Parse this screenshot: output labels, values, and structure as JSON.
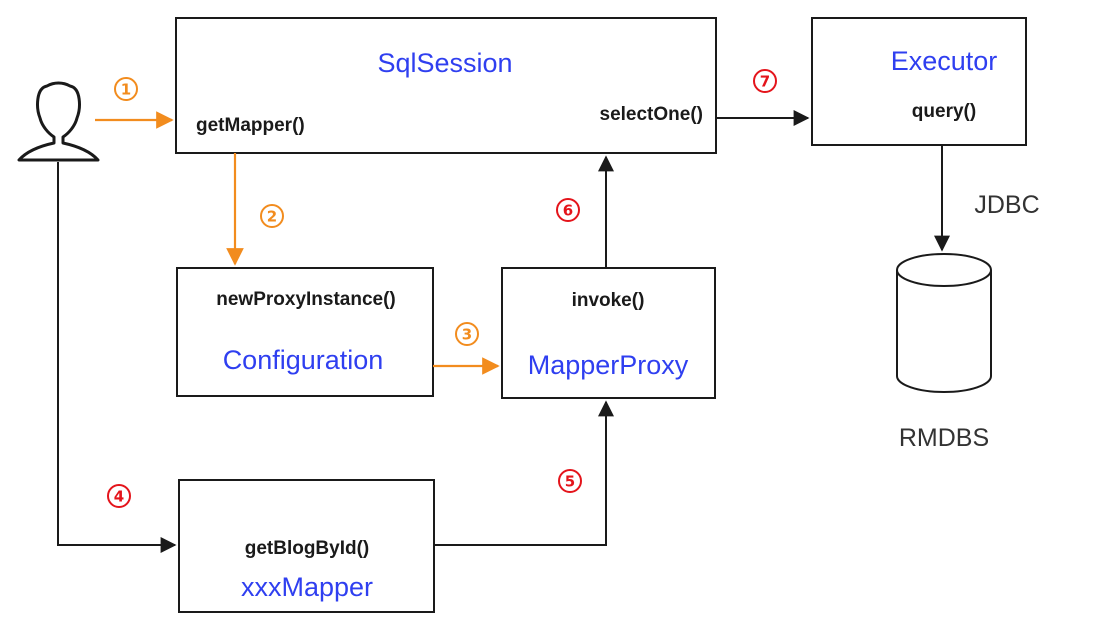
{
  "colors": {
    "title_blue": "#2f3ff0",
    "flow_orange": "#f28c1e",
    "step_red": "#e4141b",
    "line_dark": "#1a1a1a"
  },
  "icons": {
    "user": "user-silhouette-icon",
    "database": "database-cylinder-icon"
  },
  "nodes": {
    "sqlsession": {
      "title": "SqlSession",
      "left_method": "getMapper()",
      "right_method": "selectOne()"
    },
    "executor": {
      "title": "Executor",
      "method": "query()"
    },
    "configuration": {
      "title": "Configuration",
      "method": "newProxyInstance()"
    },
    "mapperproxy": {
      "title": "MapperProxy",
      "method": "invoke()"
    },
    "xxxmapper": {
      "title": "xxxMapper",
      "method": "getBlogById()"
    },
    "database": {
      "label": "RMDBS"
    }
  },
  "edges": {
    "jdbc_label": "JDBC"
  },
  "steps": [
    "1",
    "2",
    "3",
    "4",
    "5",
    "6",
    "7"
  ]
}
